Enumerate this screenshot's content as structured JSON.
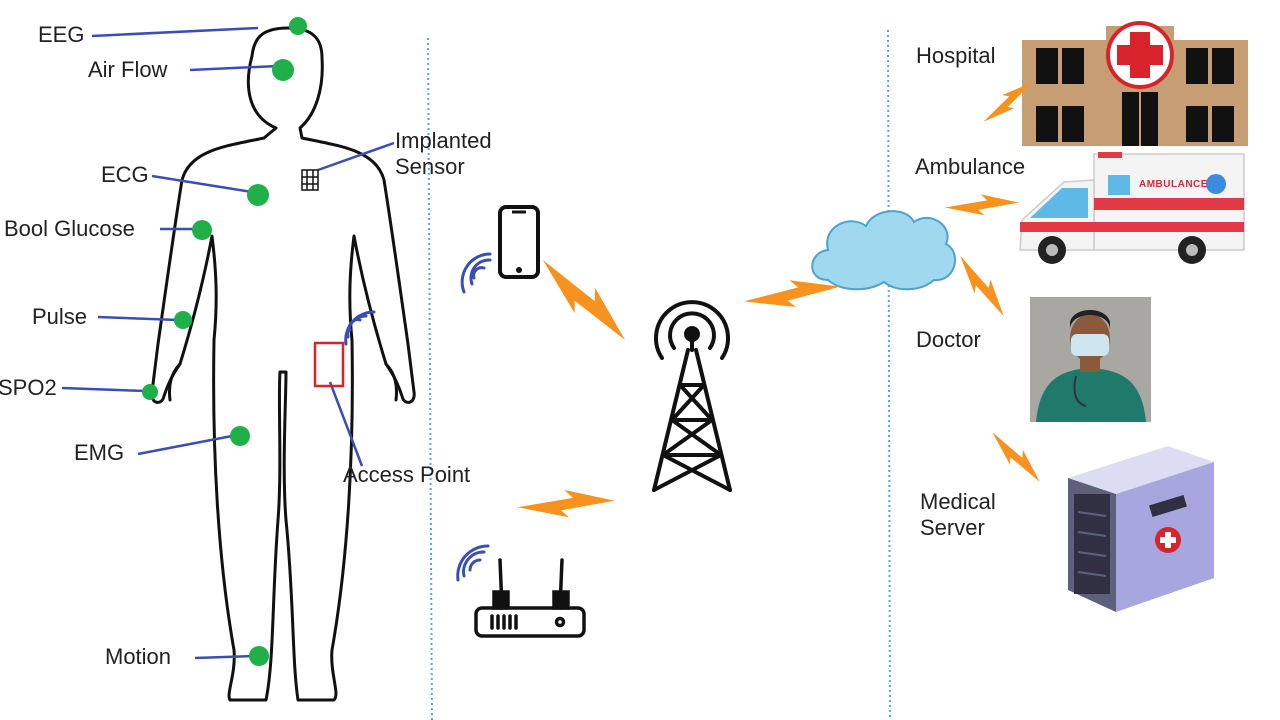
{
  "body_sensors": [
    {
      "label": "EEG"
    },
    {
      "label": "Air Flow"
    },
    {
      "label": "ECG"
    },
    {
      "label": "Bool Glucose"
    },
    {
      "label": "Pulse"
    },
    {
      "label": "SPO2"
    },
    {
      "label": "EMG"
    },
    {
      "label": "Motion"
    }
  ],
  "implanted_label": "Implanted\nSensor",
  "access_point_label": "Access Point",
  "destinations": {
    "hospital": "Hospital",
    "ambulance": "Ambulance",
    "ambulance_sign": "AMBULANCE",
    "doctor": "Doctor",
    "server": "Medical\nServer"
  },
  "colors": {
    "sensor_dot": "#1fb04a",
    "leader_line": "#3a4fb5",
    "lightning": "#f7921e",
    "divider": "#5aa7d6",
    "cloud": "#9fd8ef",
    "access_point_box": "#d8232a"
  }
}
